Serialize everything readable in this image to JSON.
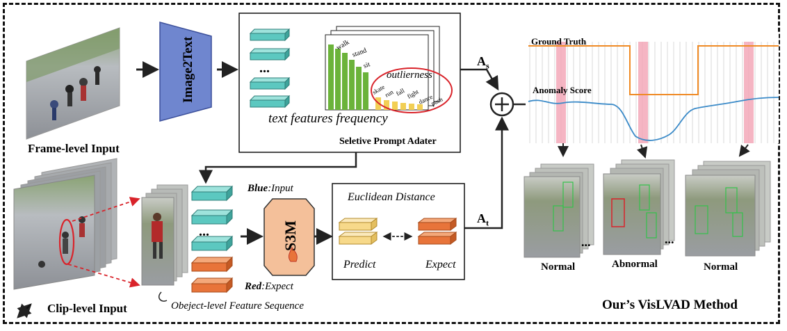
{
  "labels": {
    "frame_level_input": "Frame-level Input",
    "clip_level_input": "Clip-level Input",
    "image2text": "Image2Text",
    "text_features_frequency": "text features frequency",
    "selective_prompt_adapter": "Seletive Prompt Adater",
    "outlierness": "outlierness",
    "words": [
      "walk",
      "stand",
      "sit",
      "skate",
      "run",
      "fall",
      "fight",
      "dance",
      "push"
    ],
    "a_s": "A",
    "a_s_sub": "s",
    "a_t": "A",
    "a_t_sub": "t",
    "ground_truth": "Ground Truth",
    "anomaly_score": "Anomaly Score",
    "blue_bold": "Blue",
    "blue_rest": ":Input",
    "red_bold": "Red",
    "red_rest": ":Expect",
    "s3m": "S3M",
    "euclidean_distance": "Euclidean Distance",
    "predict": "Predict",
    "expect": "Expect",
    "object_level_sequence": "Obeject-level Feature Sequence",
    "normal_1": "Normal",
    "abnormal": "Abnormal",
    "normal_2": "Normal",
    "method_title": "Our’s VisLVAD Method",
    "ellipsis": "..."
  },
  "colors": {
    "teal": "#5cc8c0",
    "orange": "#e8743a",
    "light_yellow": "#f7d98a",
    "green_bar": "#6bb33a",
    "yellow_bar": "#f2cf55",
    "image2text_fill": "#6f86cf",
    "s3m_fill": "#f4c09a",
    "gt_line": "#f08a24",
    "score_line": "#3a8ac8",
    "pink_band": "#f3a8b8",
    "red_accent": "#d9232a"
  }
}
